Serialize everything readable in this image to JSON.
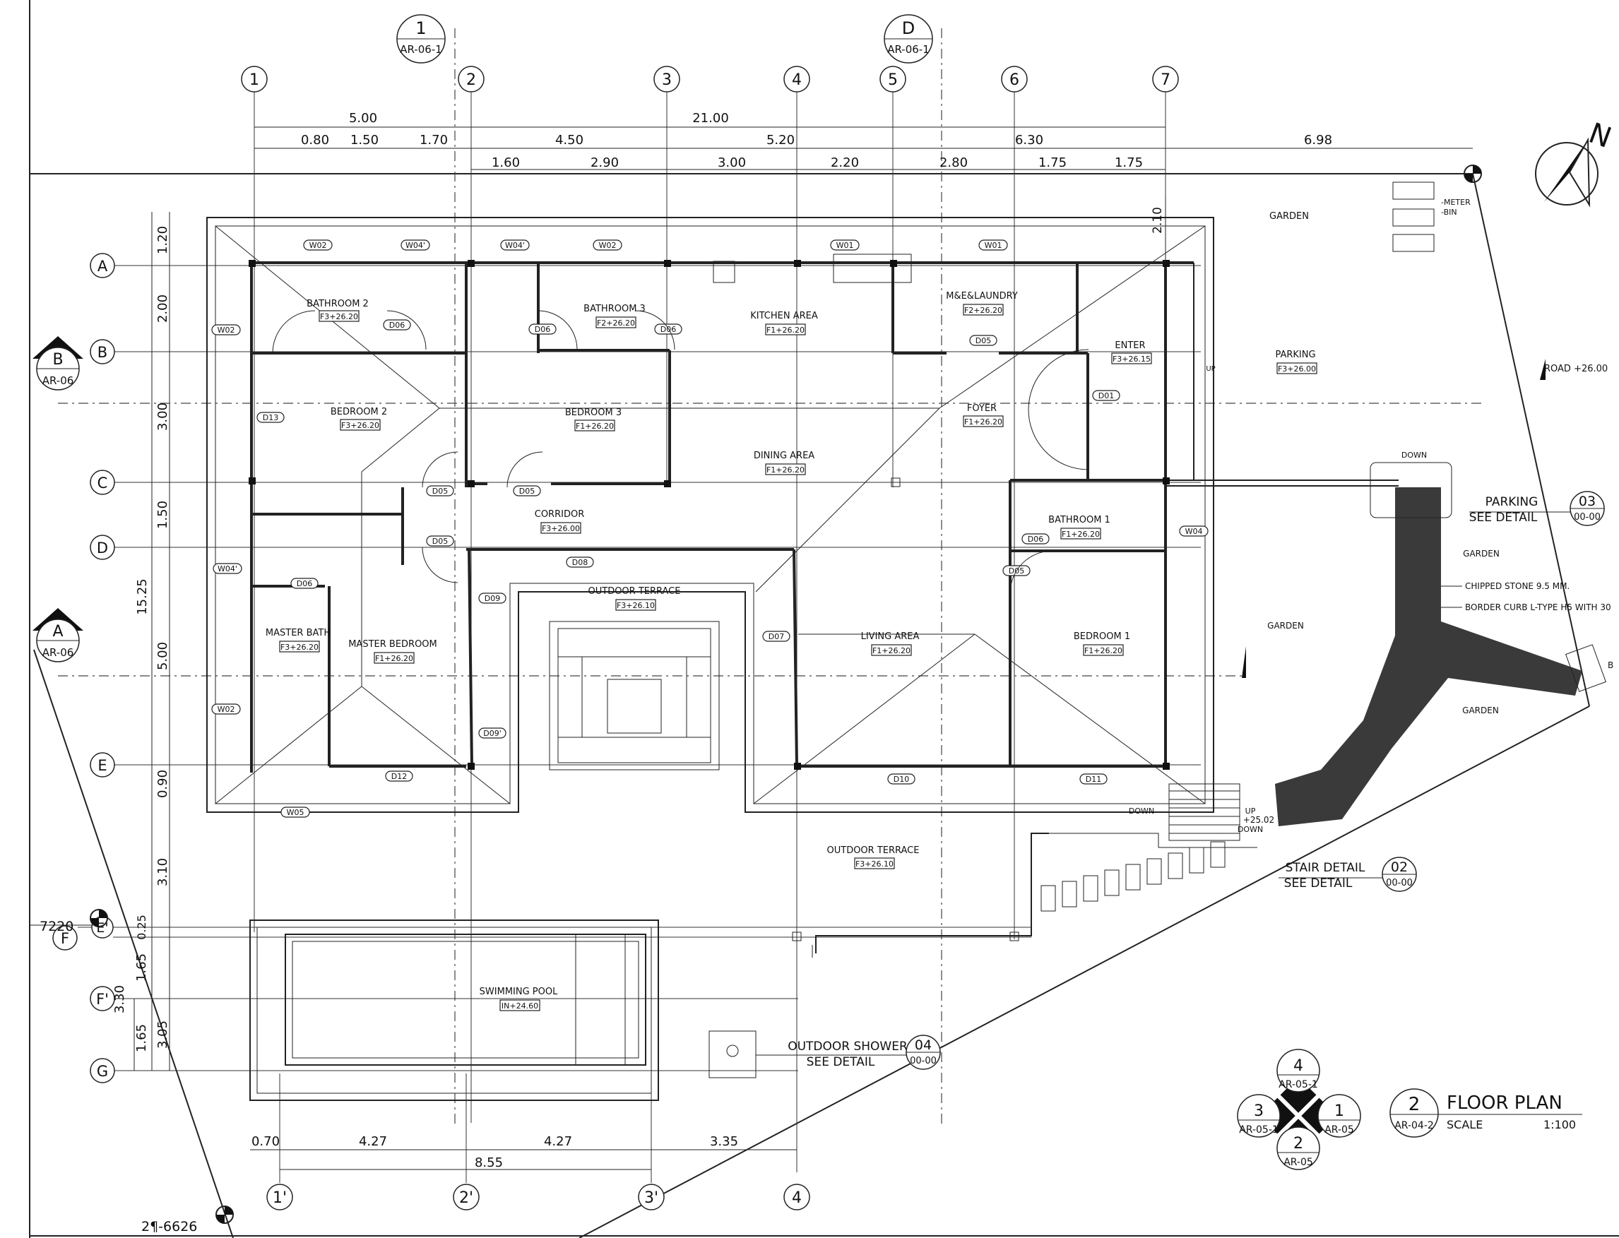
{
  "drawing": {
    "title": "FLOOR PLAN",
    "number": "2",
    "sheet": "AR-04-2",
    "scale_label": "SCALE",
    "scale_value": "1:100"
  },
  "grid_columns": [
    "1",
    "2",
    "3",
    "4",
    "5",
    "6",
    "7"
  ],
  "grid_columns_lower": [
    "1'",
    "2'",
    "3'",
    "4"
  ],
  "grid_rows": [
    "A",
    "B",
    "C",
    "D",
    "E",
    "F",
    "F'",
    "G",
    "E'"
  ],
  "section_markers": {
    "top_1": {
      "num": "1",
      "sheet": "AR-06-1"
    },
    "top_d": {
      "num": "D",
      "sheet": "AR-06-1"
    },
    "left_b": {
      "num": "B",
      "sheet": "AR-06"
    },
    "left_a": {
      "num": "A",
      "sheet": "AR-06"
    }
  },
  "elevation_marker": {
    "n": {
      "num": "4",
      "sheet": "AR-05-1"
    },
    "e": {
      "num": "1",
      "sheet": "AR-05"
    },
    "s": {
      "num": "2",
      "sheet": "AR-05"
    },
    "w": {
      "num": "3",
      "sheet": "AR-05-1"
    }
  },
  "dimensions_top": {
    "overall": [
      "5.00",
      "21.00"
    ],
    "row2": [
      "0.80",
      "1.50",
      "1.70",
      "4.50",
      "5.20",
      "6.30",
      "6.98"
    ],
    "row3": [
      "1.60",
      "2.90",
      "3.00",
      "2.20",
      "2.80",
      "1.75",
      "1.75"
    ]
  },
  "dimensions_left": {
    "overall": "15.25",
    "segments": [
      "1.20",
      "2.00",
      "3.00",
      "1.50",
      "5.00",
      "0.90",
      "3.10",
      "0.25",
      "1.65",
      "3.30",
      "3.05",
      "1.65"
    ]
  },
  "dimensions_bottom": [
    "0.70",
    "4.27",
    "4.27",
    "3.35",
    "8.55"
  ],
  "dim_misc": {
    "right_vertical": "2.10"
  },
  "survey": {
    "pin1": "7220",
    "pin2": "2¶-6626"
  },
  "rooms": [
    {
      "name": "BATHROOM 2",
      "tag": "F3+26.20"
    },
    {
      "name": "BATHROOM 3",
      "tag": "F2+26.20"
    },
    {
      "name": "KITCHEN AREA",
      "tag": "F1+26.20"
    },
    {
      "name": "M&E&LAUNDRY",
      "tag": "F2+26.20"
    },
    {
      "name": "ENTER",
      "tag": "F3+26.15"
    },
    {
      "name": "BEDROOM 2",
      "tag": "F3+26.20"
    },
    {
      "name": "BEDROOM 3",
      "tag": "F1+26.20"
    },
    {
      "name": "FOYER",
      "tag": "F1+26.20"
    },
    {
      "name": "DINING AREA",
      "tag": "F1+26.20"
    },
    {
      "name": "CORRIDOR",
      "tag": "F3+26.00"
    },
    {
      "name": "BATHROOM 1",
      "tag": "F1+26.20"
    },
    {
      "name": "OUTDOOR TERRACE",
      "tag": "F3+26.10"
    },
    {
      "name": "MASTER BATH",
      "tag": "F3+26.20"
    },
    {
      "name": "MASTER BEDROOM",
      "tag": "F1+26.20"
    },
    {
      "name": "LIVING AREA",
      "tag": "F1+26.20"
    },
    {
      "name": "BEDROOM 1",
      "tag": "F1+26.20"
    },
    {
      "name": "OUTDOOR TERRACE",
      "tag": "F3+26.10"
    },
    {
      "name": "SWIMMING POOL",
      "tag": "IN+24.60"
    },
    {
      "name": "PARKING",
      "tag": "F3+26.00"
    }
  ],
  "site_labels": {
    "garden": "GARDEN",
    "meter": "-METER",
    "bin": "-BIN",
    "road": "ROAD +26.00",
    "down": "DOWN",
    "up": "UP",
    "up_level": "+25.02",
    "chipped_stone": "CHIPPED STONE 9.5 MM.",
    "border_curb": "BORDER CURB L-TYPE H5 WITH 30",
    "north": "N",
    "edge_b": "B"
  },
  "callouts": [
    {
      "title": "PARKING",
      "sub": "SEE DETAIL",
      "num": "03",
      "sheet": "00-00"
    },
    {
      "title": "STAIR DETAIL",
      "sub": "SEE DETAIL",
      "num": "02",
      "sheet": "00-00"
    },
    {
      "title": "OUTDOOR SHOWER",
      "sub": "SEE DETAIL",
      "num": "04",
      "sheet": "00-00"
    }
  ],
  "window_tags": [
    "W02",
    "W04'",
    "W04'",
    "W02",
    "W01",
    "W01",
    "W02",
    "W04'",
    "W02",
    "W05",
    "W04"
  ],
  "door_tags": [
    "D06",
    "D06",
    "D06",
    "D05",
    "D01",
    "D13",
    "D05",
    "D05",
    "D05",
    "D08",
    "D09",
    "D09'",
    "D12",
    "D07",
    "D10",
    "D11",
    "D06",
    "D05",
    "D06"
  ]
}
